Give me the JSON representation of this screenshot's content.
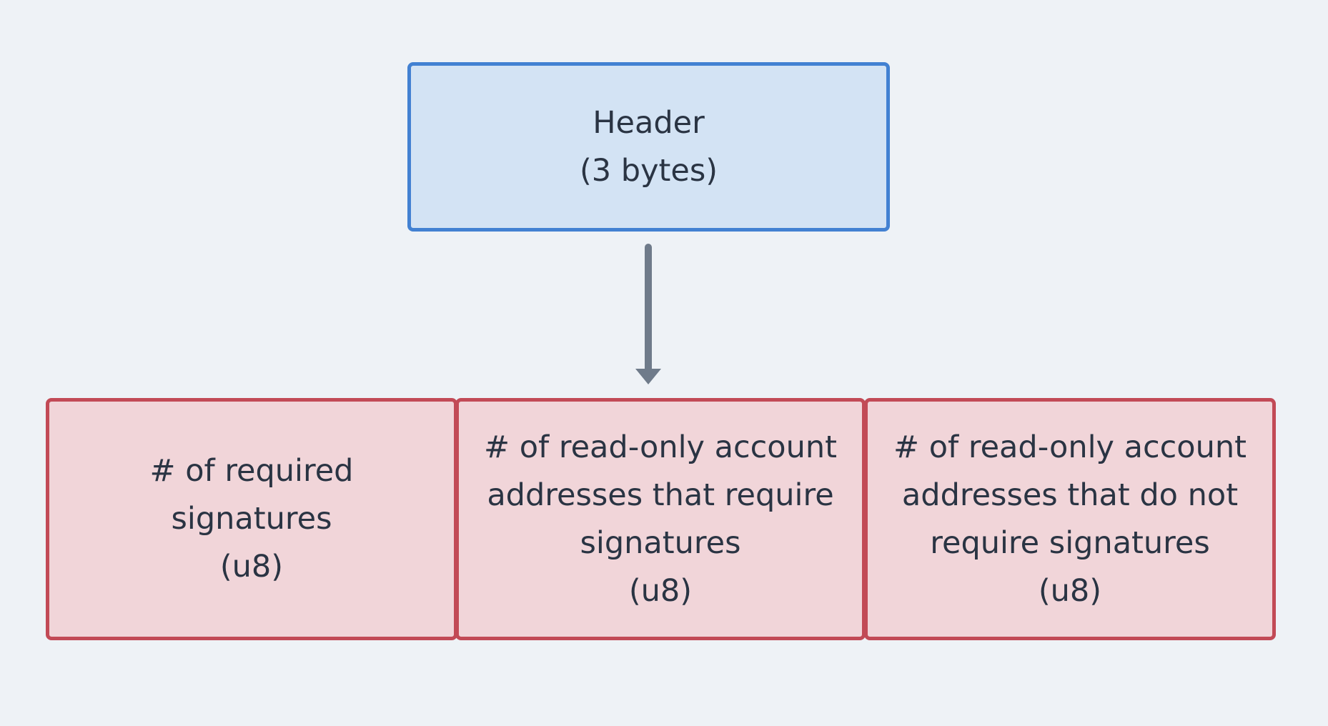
{
  "header": {
    "title": "Header",
    "size": "(3 bytes)"
  },
  "fields": [
    {
      "lines": [
        "# of required",
        "signatures"
      ],
      "type": "(u8)"
    },
    {
      "lines": [
        "# of read-only account",
        "addresses that require",
        "signatures"
      ],
      "type": "(u8)"
    },
    {
      "lines": [
        "# of read-only account",
        "addresses that do not",
        "require signatures"
      ],
      "type": "(u8)"
    }
  ],
  "colors": {
    "background": "#eef2f6",
    "header_fill": "#d3e3f4",
    "header_border": "#4281d2",
    "field_fill": "#f1d5d9",
    "field_border": "#c24a56",
    "arrow": "#6f7b8a",
    "text": "#2a3443"
  }
}
